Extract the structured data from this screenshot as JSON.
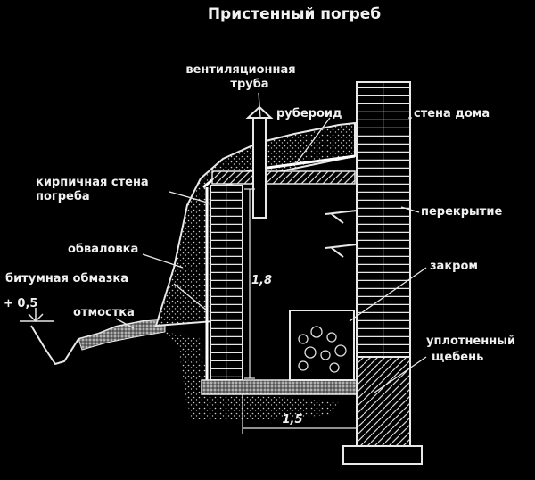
{
  "title": "Пристенный погреб",
  "labels": {
    "vent_pipe_l1": "вентиляционная",
    "vent_pipe_l2": "труба",
    "ruberoid": "рубероид",
    "house_wall": "стена дома",
    "brick_wall_l1": "кирпичная стена",
    "brick_wall_l2": "погреба",
    "ceiling": "перекрытие",
    "embankment": "обваловка",
    "bin": "закром",
    "bitumen": "битумная обмазка",
    "level": "+ 0,5",
    "blind_area": "отмостка",
    "gravel_l1": "уплотненный",
    "gravel_l2": "щебень",
    "height_dim": "1,8",
    "width_dim": "1,5"
  },
  "colors": {
    "background": "#000000",
    "line": "#e8e8e8",
    "fill_light": "#cfcfcf"
  }
}
